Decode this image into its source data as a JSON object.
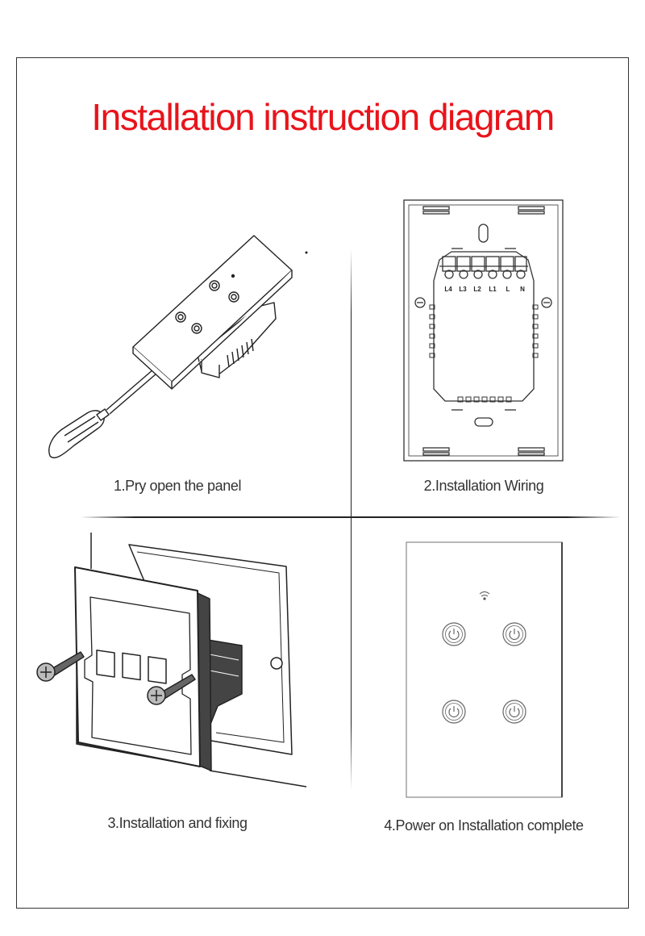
{
  "title": "Installation instruction diagram",
  "steps": [
    {
      "caption": "1.Pry open the panel"
    },
    {
      "caption": "2.Installation Wiring"
    },
    {
      "caption": "3.Installation and fixing"
    },
    {
      "caption": "4.Power on Installation complete"
    }
  ],
  "terminals": [
    "L4",
    "L3",
    "L2",
    "L1",
    "L",
    "N"
  ],
  "colors": {
    "title": "#e8141b",
    "line": "#222222",
    "text": "#333333"
  }
}
